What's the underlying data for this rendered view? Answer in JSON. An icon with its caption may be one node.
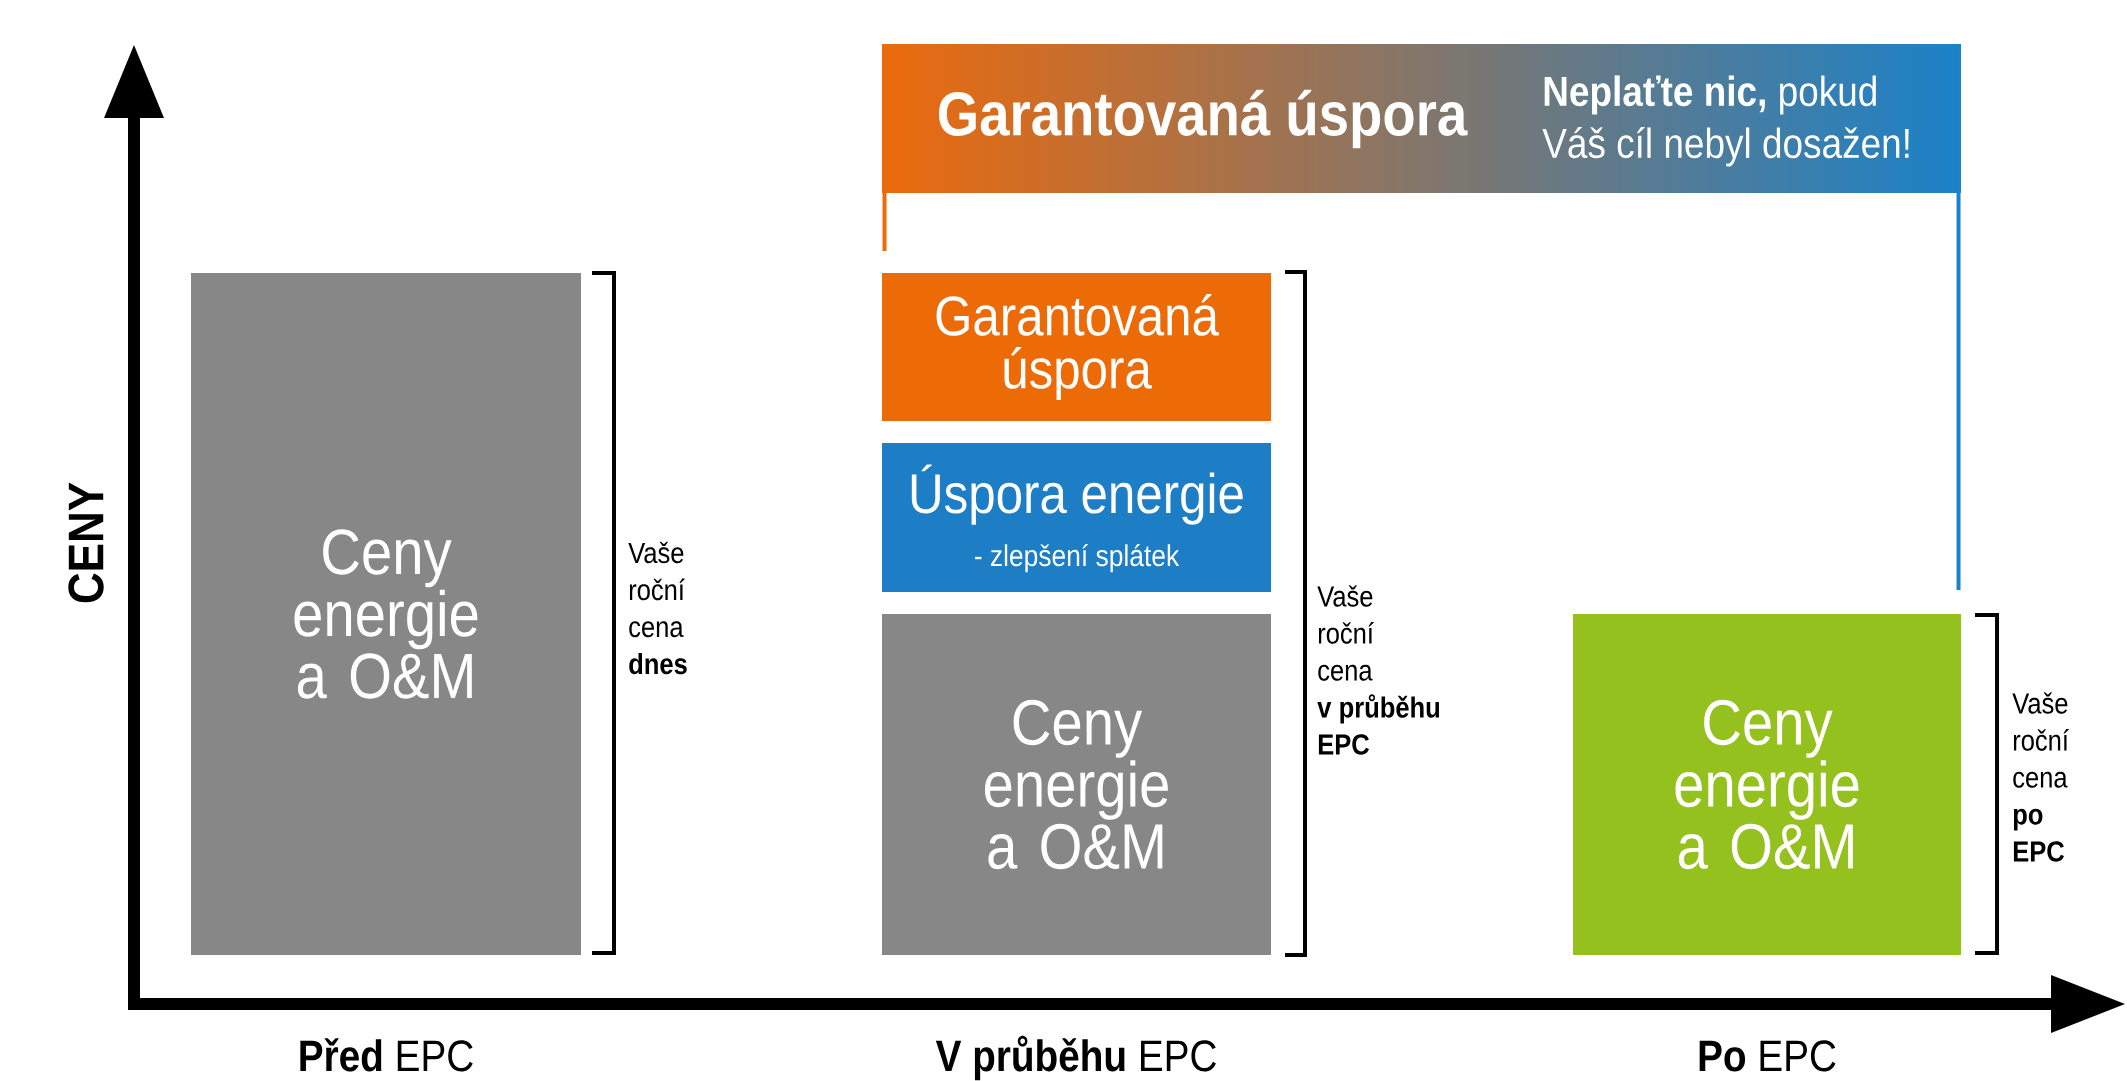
{
  "diagram": {
    "nodes": [
      {
        "text": [
          "Ceny energie a O&M"
        ]
      },
      {
        "text": [
          "Garantovaná úspora",
          "**Neplaťte nic,** pokud Váš cíl nebyl dosažen!"
        ]
      },
      {
        "text": [
          "Garantovaná úspora"
        ]
      },
      {
        "text": [
          "Úspora energie",
          "- zlepšení splátek"
        ]
      },
      {
        "text": [
          "Ceny energie a O&M"
        ]
      },
      {
        "text": [
          "Ceny energie a O&M"
        ]
      }
    ],
    "edges": [
      {
        "from": 1,
        "to": 2,
        "arrow": "none",
        "color": "#ec6a0c"
      },
      {
        "from": 1,
        "to": 5,
        "arrow": "none",
        "color": "#1b82c9"
      }
    ],
    "labels": [
      "CENY",
      "Vaše roční cena **dnes**",
      "Vaše roční cena **v průběhu EPC**",
      "Vaše roční cena **po EPC**",
      "**Před** EPC",
      "**V průběhu** EPC",
      "**Po** EPC"
    ]
  }
}
